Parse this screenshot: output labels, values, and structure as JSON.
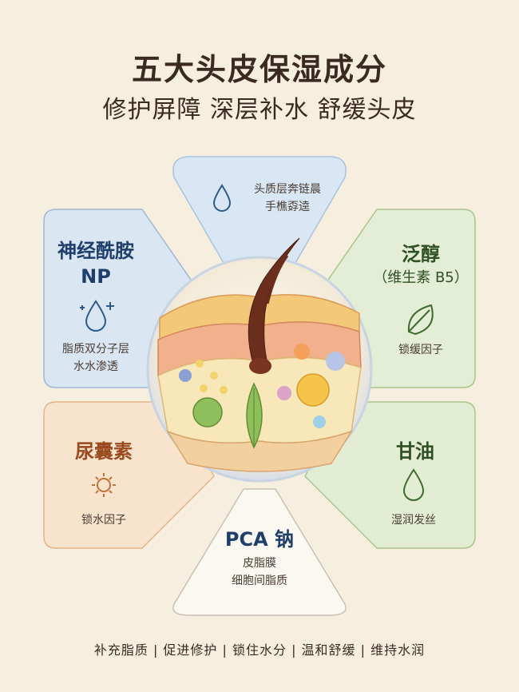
{
  "header": {
    "title": "五大头皮保湿成分",
    "subtitle": "修护屏障 深层补水 舒缓头皮"
  },
  "cards": {
    "top": {
      "desc_line1": "头质层奔链晨",
      "desc_line2": "手樵孬逵",
      "icon": "water-drop-icon",
      "color": "#d7e6f2"
    },
    "np": {
      "title_line1": "神经酰胺",
      "title_line2": "NP",
      "desc_line1": "脂质双分子层",
      "desc_line2": "水水渗透",
      "icon": "sparkle-drop-icon",
      "color": "#dbe6f3"
    },
    "panthenol": {
      "title_line1": "泛醇",
      "title_line2": "（维生素 B5）",
      "desc": "锁缓因子",
      "icon": "leaf-icon",
      "color": "#e4eed6"
    },
    "urea": {
      "title": "尿囊素",
      "desc": "锁水因子",
      "icon": "sun-icon",
      "color": "#f8e3cc"
    },
    "glycerin": {
      "title": "甘油",
      "desc": "湿润发丝",
      "icon": "oil-drop-icon",
      "color": "#e3edd4"
    },
    "pca": {
      "title": "PCA 钠",
      "desc_line1": "皮脂膜",
      "desc_line2": "细胞间脂质",
      "color": "#fbf8f2"
    }
  },
  "footer": {
    "text": "补充脂质 | 促进修护 | 锁住水分 | 温和舒缓 | 维持水润"
  }
}
